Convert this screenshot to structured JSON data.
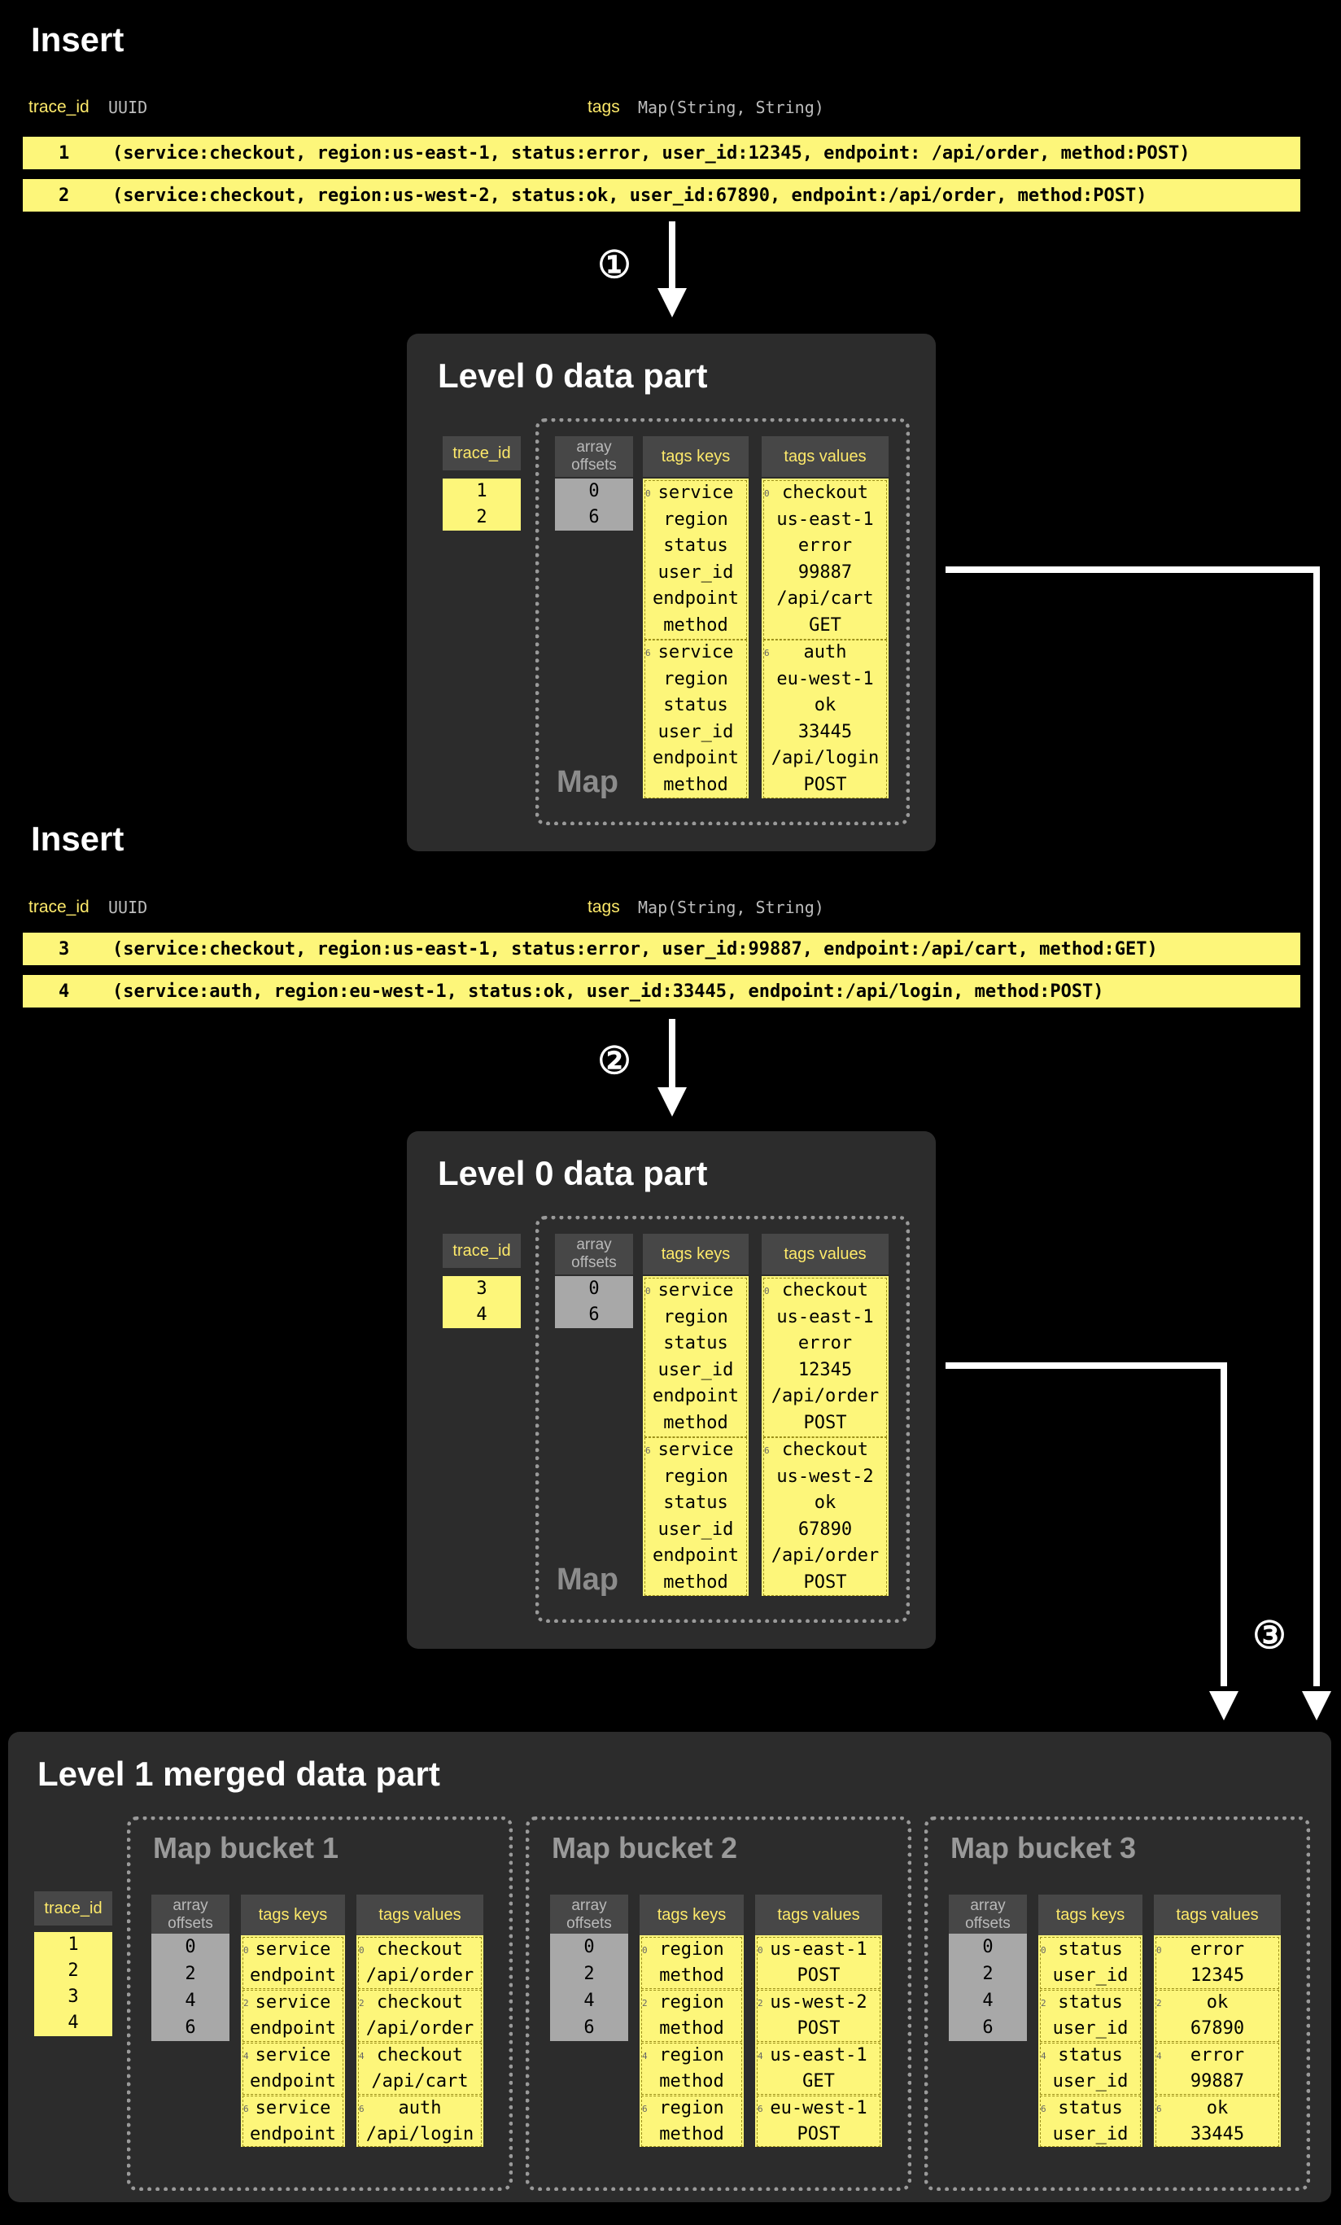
{
  "insert1": {
    "title": "Insert",
    "trace_id_label": "trace_id",
    "trace_id_type": "UUID",
    "tags_label": "tags",
    "tags_type": "Map(String, String)",
    "rows": [
      {
        "id": "1",
        "tags": "(service:checkout, region:us-east-1, status:error, user_id:12345, endpoint: /api/order, method:POST)"
      },
      {
        "id": "2",
        "tags": "(service:checkout, region:us-west-2, status:ok, user_id:67890, endpoint:/api/order, method:POST)"
      }
    ]
  },
  "step1": "①",
  "part1": {
    "title": "Level 0 data part",
    "trace_id_header": "trace_id",
    "trace_ids": [
      "1",
      "2"
    ],
    "offsets_header": "array offsets",
    "offsets": [
      "0",
      "6"
    ],
    "keys_header": "tags keys",
    "values_header": "tags values",
    "map_label": "Map",
    "groups": [
      {
        "index": "0",
        "keys": [
          "service",
          "region",
          "status",
          "user_id",
          "endpoint",
          "method"
        ],
        "values": [
          "checkout",
          "us-east-1",
          "error",
          "99887",
          "/api/cart",
          "GET"
        ]
      },
      {
        "index": "6",
        "keys": [
          "service",
          "region",
          "status",
          "user_id",
          "endpoint",
          "method"
        ],
        "values": [
          "auth",
          "eu-west-1",
          "ok",
          "33445",
          "/api/login",
          "POST"
        ]
      }
    ]
  },
  "insert2": {
    "title": "Insert",
    "trace_id_label": "trace_id",
    "trace_id_type": "UUID",
    "tags_label": "tags",
    "tags_type": "Map(String, String)",
    "rows": [
      {
        "id": "3",
        "tags": "(service:checkout, region:us-east-1, status:error, user_id:99887, endpoint:/api/cart, method:GET)"
      },
      {
        "id": "4",
        "tags": "(service:auth, region:eu-west-1, status:ok, user_id:33445, endpoint:/api/login, method:POST)"
      }
    ]
  },
  "step2": "②",
  "part2": {
    "title": "Level 0 data part",
    "trace_id_header": "trace_id",
    "trace_ids": [
      "3",
      "4"
    ],
    "offsets_header": "array offsets",
    "offsets": [
      "0",
      "6"
    ],
    "keys_header": "tags keys",
    "values_header": "tags values",
    "map_label": "Map",
    "groups": [
      {
        "index": "0",
        "keys": [
          "service",
          "region",
          "status",
          "user_id",
          "endpoint",
          "method"
        ],
        "values": [
          "checkout",
          "us-east-1",
          "error",
          "12345",
          "/api/order",
          "POST"
        ]
      },
      {
        "index": "6",
        "keys": [
          "service",
          "region",
          "status",
          "user_id",
          "endpoint",
          "method"
        ],
        "values": [
          "checkout",
          "us-west-2",
          "ok",
          "67890",
          "/api/order",
          "POST"
        ]
      }
    ]
  },
  "step3": "③",
  "merged": {
    "title": "Level 1 merged data part",
    "trace_id_header": "trace_id",
    "trace_ids": [
      "1",
      "2",
      "3",
      "4"
    ],
    "buckets": [
      {
        "title": "Map bucket 1",
        "offsets_header": "array offsets",
        "offsets": [
          "0",
          "2",
          "4",
          "6"
        ],
        "keys_header": "tags keys",
        "values_header": "tags values",
        "groups": [
          {
            "index": "0",
            "keys": [
              "service",
              "endpoint"
            ],
            "values": [
              "checkout",
              "/api/order"
            ]
          },
          {
            "index": "2",
            "keys": [
              "service",
              "endpoint"
            ],
            "values": [
              "checkout",
              "/api/order"
            ]
          },
          {
            "index": "4",
            "keys": [
              "service",
              "endpoint"
            ],
            "values": [
              "checkout",
              "/api/cart"
            ]
          },
          {
            "index": "6",
            "keys": [
              "service",
              "endpoint"
            ],
            "values": [
              "auth",
              "/api/login"
            ]
          }
        ]
      },
      {
        "title": "Map bucket 2",
        "offsets_header": "array offsets",
        "offsets": [
          "0",
          "2",
          "4",
          "6"
        ],
        "keys_header": "tags keys",
        "values_header": "tags values",
        "groups": [
          {
            "index": "0",
            "keys": [
              "region",
              "method"
            ],
            "values": [
              "us-east-1",
              "POST"
            ]
          },
          {
            "index": "2",
            "keys": [
              "region",
              "method"
            ],
            "values": [
              "us-west-2",
              "POST"
            ]
          },
          {
            "index": "4",
            "keys": [
              "region",
              "method"
            ],
            "values": [
              "us-east-1",
              "GET"
            ]
          },
          {
            "index": "6",
            "keys": [
              "region",
              "method"
            ],
            "values": [
              "eu-west-1",
              "POST"
            ]
          }
        ]
      },
      {
        "title": "Map bucket 3",
        "offsets_header": "array offsets",
        "offsets": [
          "0",
          "2",
          "4",
          "6"
        ],
        "keys_header": "tags keys",
        "values_header": "tags values",
        "groups": [
          {
            "index": "0",
            "keys": [
              "status",
              "user_id"
            ],
            "values": [
              "error",
              "12345"
            ]
          },
          {
            "index": "2",
            "keys": [
              "status",
              "user_id"
            ],
            "values": [
              "ok",
              "67890"
            ]
          },
          {
            "index": "4",
            "keys": [
              "status",
              "user_id"
            ],
            "values": [
              "error",
              "99887"
            ]
          },
          {
            "index": "6",
            "keys": [
              "status",
              "user_id"
            ],
            "values": [
              "ok",
              "33445"
            ]
          }
        ]
      }
    ]
  },
  "colors": {
    "highlight": "#fdf67a",
    "panel": "#2c2c2c",
    "header": "#474747",
    "offset_cell": "#a8a8a8",
    "label_yellow": "#fde96a"
  }
}
